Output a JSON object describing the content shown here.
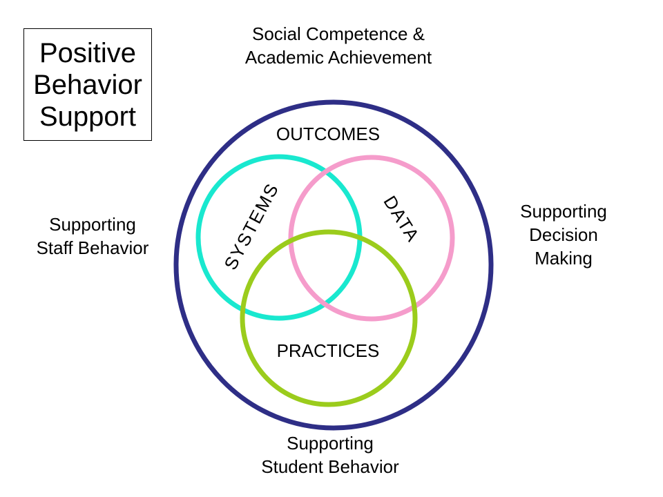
{
  "title": {
    "lines": [
      "Positive",
      "Behavior",
      "Support"
    ]
  },
  "labels": {
    "top": [
      "Social Competence &",
      "Academic Achievement"
    ],
    "left": [
      "Supporting",
      "Staff Behavior"
    ],
    "right": [
      "Supporting",
      "Decision",
      "Making"
    ],
    "bottom": [
      "Supporting",
      "Student Behavior"
    ]
  },
  "diagram": {
    "outer_label": "OUTCOMES",
    "circles": [
      {
        "label": "SYSTEMS",
        "color": "#19e8cf"
      },
      {
        "label": "DATA",
        "color": "#f59ccb"
      },
      {
        "label": "PRACTICES",
        "color": "#9bcc1c"
      }
    ],
    "outer_color": "#2e2e86"
  }
}
